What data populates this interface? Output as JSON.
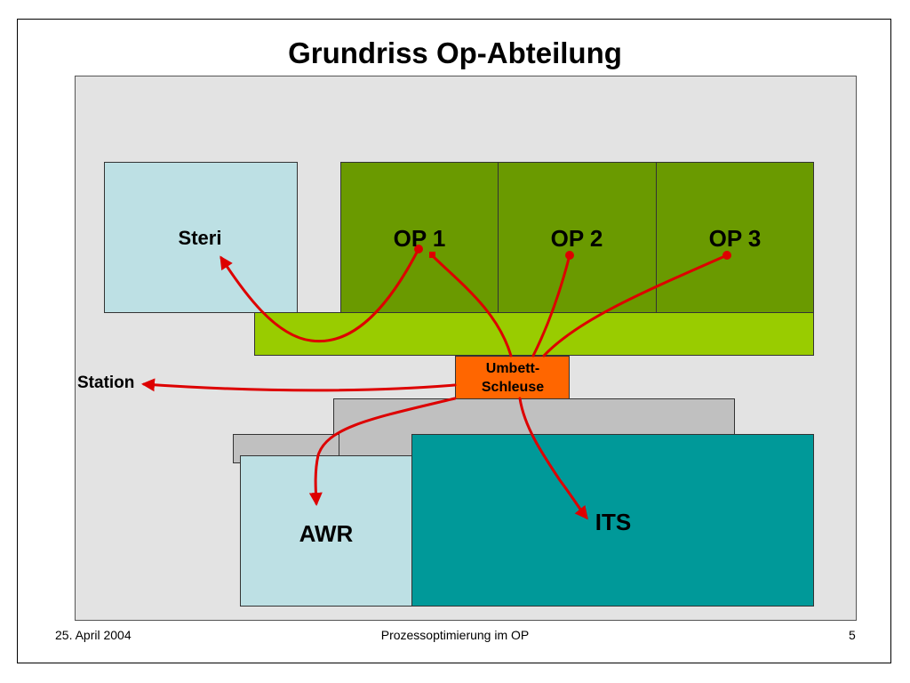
{
  "title": "Grundriss Op-Abteilung",
  "rooms": {
    "steri": "Steri",
    "op1": "OP 1",
    "op2": "OP 2",
    "op3": "OP 3",
    "umbett_line1": "Umbett-",
    "umbett_line2": "Schleuse",
    "station": "Station",
    "awr": "AWR",
    "its": "ITS"
  },
  "colors": {
    "plan_background": "#e3e3e3",
    "steri": "#bde0e4",
    "op_rooms": "#6a9a00",
    "corridor": "#99cc00",
    "umbett": "#ff6600",
    "grey_block": "#c0c0c0",
    "awr": "#bde0e4",
    "its": "#009999",
    "flow_arrow": "#dd0000"
  },
  "footer": {
    "date": "25. April 2004",
    "center": "Prozessoptimierung im OP",
    "page": "5"
  }
}
